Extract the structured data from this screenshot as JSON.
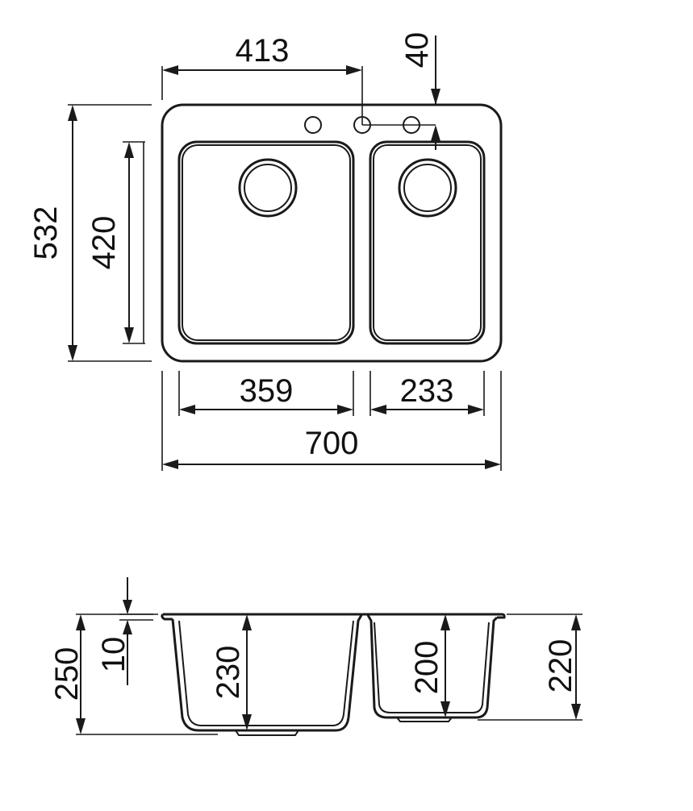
{
  "top_view": {
    "overall_width": "700",
    "overall_depth": "532",
    "bowl_depth": "420",
    "left_bowl_width": "359",
    "right_bowl_width": "233",
    "tap_hole_offset": "413",
    "tap_hole_edge": "40"
  },
  "section_view": {
    "total_height": "250",
    "rim_thickness": "10",
    "large_bowl_depth": "230",
    "small_bowl_depth": "200",
    "right_height": "220"
  }
}
